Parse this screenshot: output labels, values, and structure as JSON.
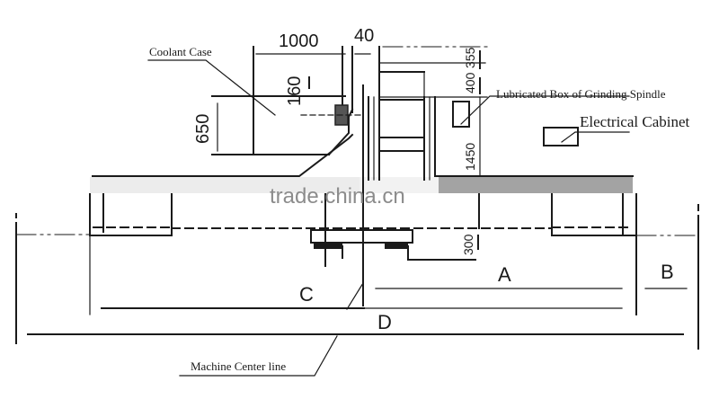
{
  "diagram": {
    "title": "Grinding machine foundation layout",
    "labels": {
      "coolant_case": "Coolant Case",
      "lubricated_box": "Lubricated Box of Grinding Spindle",
      "electrical_cabinet": "Electrical Cabinet",
      "machine_center_line": "Machine Center line"
    },
    "dimensions": {
      "width_1000": "1000",
      "gap_40": "40",
      "height_650": "650",
      "offset_160": "160",
      "height_355": "355",
      "height_400": "400",
      "height_1450": "1450",
      "depth_300": "300"
    },
    "dimension_letters": {
      "a": "A",
      "b": "B",
      "c": "C",
      "d": "D"
    },
    "watermark": "trade.china.cn",
    "colors": {
      "line": "#1a1a1a",
      "band": "#e6e6e6",
      "band_dark": "#9a9a9a",
      "watermark": "#8c8c8c"
    }
  }
}
